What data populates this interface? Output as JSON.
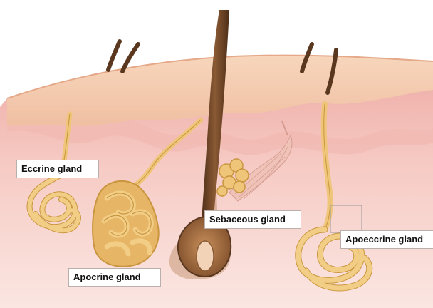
{
  "labels": {
    "eccrine": "Eccrine gland",
    "apocrine": "Apocrine gland",
    "sebaceous": "Sebaceous gland",
    "apoeccrine": "Apoeccrine gland"
  },
  "colors": {
    "epidermis": "#f2c8aa",
    "dermis": "#f4c6c0",
    "hypodermis": "#fbe3df",
    "gland": "#efc57a",
    "gland_outline": "#c9963f",
    "hair_shaft": "#6b4226",
    "hair_follicle": "#b07a4a",
    "muscle": "#e9b8ae",
    "label_border": "#b9b0ad"
  }
}
